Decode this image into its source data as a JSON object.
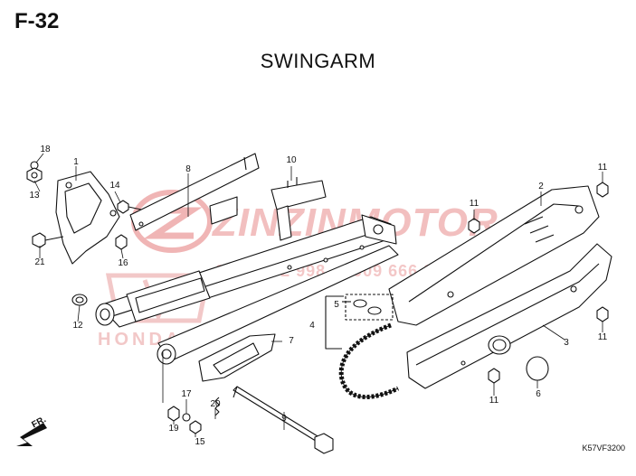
{
  "header": {
    "page_code": "F-32",
    "title": "SWINGARM"
  },
  "footer": {
    "diagram_code": "K57VF3200"
  },
  "watermark": {
    "brand": "ZINZINMOTOR",
    "phones": "0866 962 998 - 0909 666 963",
    "color": "#e88a8a"
  },
  "orientation": {
    "label": "FR."
  },
  "callouts": {
    "c1": "1",
    "c2": "2",
    "c3": "3",
    "c4": "4",
    "c5": "5",
    "c6": "6",
    "c7": "7",
    "c8": "8",
    "c9": "9",
    "c10": "10",
    "c11a": "11",
    "c11b": "11",
    "c11c": "11",
    "c11d": "11",
    "c12": "12",
    "c13": "13",
    "c14": "14",
    "c15": "15",
    "c16": "16",
    "c17": "17",
    "c18": "18",
    "c19": "19",
    "c20": "20",
    "c21": "21"
  }
}
